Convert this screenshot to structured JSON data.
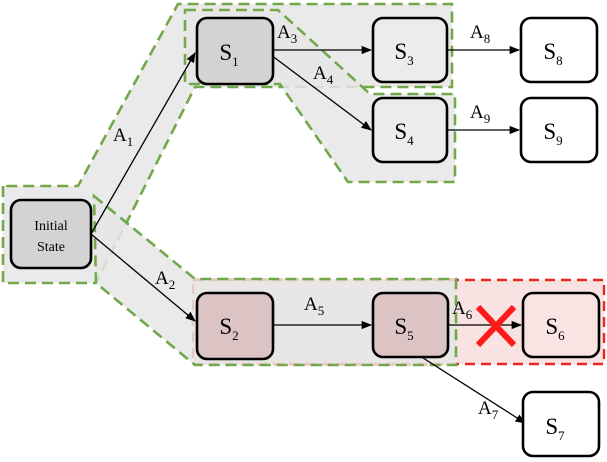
{
  "diagram": {
    "colors": {
      "path_fill": "#e6e6e6",
      "path_stroke": "#72a84a",
      "fail_fill": "#f6d8d8",
      "fail_stroke": "#e8291f",
      "node_gray": "#d3d3d3",
      "node_light": "#ececec",
      "node_white": "#ffffff",
      "node_red": "#dcc4c4",
      "node_pink": "#fae3e3",
      "cross": "#ff1a1a"
    },
    "nodes": {
      "initial": {
        "line1": "Initial",
        "line2": "State"
      },
      "s1": {
        "base": "S",
        "sub": "1"
      },
      "s2": {
        "base": "S",
        "sub": "2"
      },
      "s3": {
        "base": "S",
        "sub": "3"
      },
      "s4": {
        "base": "S",
        "sub": "4"
      },
      "s5": {
        "base": "S",
        "sub": "5"
      },
      "s6": {
        "base": "S",
        "sub": "6"
      },
      "s7": {
        "base": "S",
        "sub": "7"
      },
      "s8": {
        "base": "S",
        "sub": "8"
      },
      "s9": {
        "base": "S",
        "sub": "9"
      }
    },
    "edges": {
      "a1": {
        "base": "A",
        "sub": "1"
      },
      "a2": {
        "base": "A",
        "sub": "2"
      },
      "a3": {
        "base": "A",
        "sub": "3"
      },
      "a4": {
        "base": "A",
        "sub": "4"
      },
      "a5": {
        "base": "A",
        "sub": "5"
      },
      "a6": {
        "base": "A",
        "sub": "6"
      },
      "a7": {
        "base": "A",
        "sub": "7"
      },
      "a8": {
        "base": "A",
        "sub": "8"
      },
      "a9": {
        "base": "A",
        "sub": "9"
      }
    }
  }
}
